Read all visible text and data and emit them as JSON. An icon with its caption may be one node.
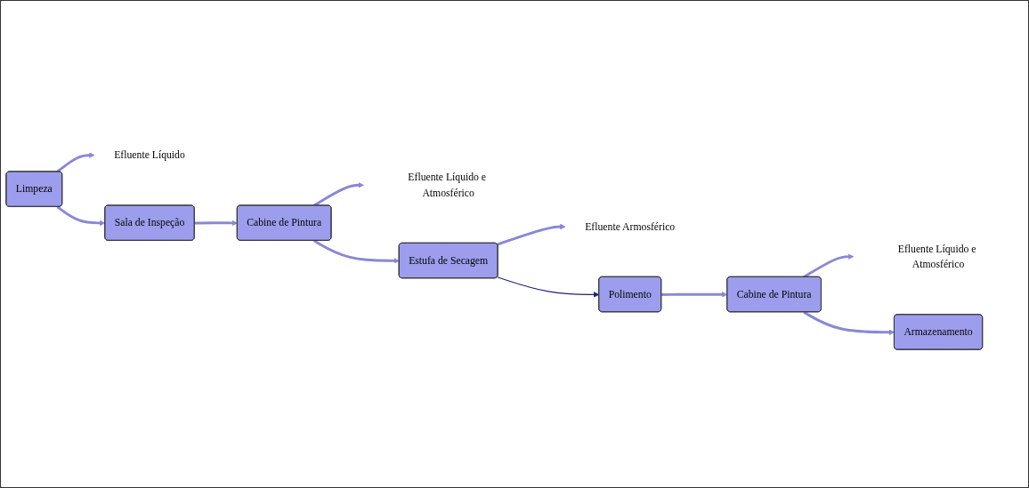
{
  "diagram": {
    "nodes": [
      {
        "text": [
          "Efluente Líquido"
        ]
      },
      {
        "text": [
          "Limpeza"
        ]
      },
      {
        "text": [
          "Sala de Inspeção"
        ]
      },
      {
        "text": [
          "Efluente Líquido e Atmosférico"
        ]
      },
      {
        "text": [
          "Cabine de Pintura"
        ]
      },
      {
        "text": [
          "Efluente Armosférico"
        ]
      },
      {
        "text": [
          "Estufa de Secagem"
        ]
      },
      {
        "text": [
          "Efluente Líquido e Atmosférico"
        ]
      },
      {
        "text": [
          "Cabine de Pintura"
        ]
      },
      {
        "text": [
          "Polimento"
        ]
      },
      {
        "text": [
          "Armazenamento"
        ]
      }
    ],
    "edges": [
      {
        "from": 1,
        "to": 0,
        "arrow": "to"
      },
      {
        "from": 1,
        "to": 2,
        "arrow": "to"
      },
      {
        "from": 2,
        "to": 4,
        "arrow": "to"
      },
      {
        "from": 4,
        "to": 3,
        "arrow": "to"
      },
      {
        "from": 4,
        "to": 6,
        "arrow": "to"
      },
      {
        "from": 6,
        "to": 5,
        "arrow": "to"
      },
      {
        "from": 6,
        "to": 9,
        "arrow": "to",
        "color": "#1a237e"
      },
      {
        "from": 9,
        "to": 8,
        "arrow": "to"
      },
      {
        "from": 8,
        "to": 7,
        "arrow": "to"
      },
      {
        "from": 8,
        "to": 10,
        "arrow": "to"
      }
    ]
  }
}
